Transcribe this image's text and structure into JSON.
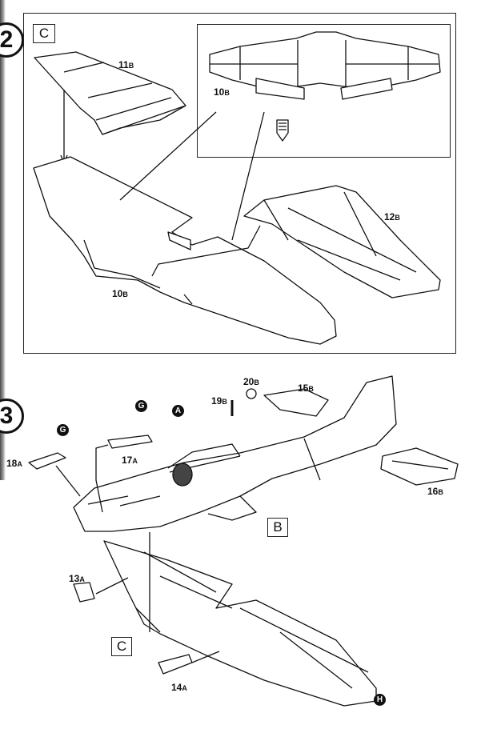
{
  "steps": [
    {
      "number": "2",
      "box_label": "C"
    },
    {
      "number": "3",
      "box_labels": [
        "B",
        "C"
      ]
    }
  ],
  "step2_parts": {
    "p11": {
      "num": "11",
      "suffix": "B"
    },
    "p10_inset": {
      "num": "10",
      "suffix": "B"
    },
    "p12": {
      "num": "12",
      "suffix": "B"
    },
    "p10": {
      "num": "10",
      "suffix": "B"
    }
  },
  "step3_parts": {
    "p20": {
      "num": "20",
      "suffix": "B"
    },
    "p15": {
      "num": "15",
      "suffix": "B"
    },
    "p19": {
      "num": "19",
      "suffix": "B"
    },
    "p18": {
      "num": "18",
      "suffix": "A"
    },
    "p17": {
      "num": "17",
      "suffix": "A"
    },
    "p16": {
      "num": "16",
      "suffix": "B"
    },
    "p13": {
      "num": "13",
      "suffix": "A"
    },
    "p14": {
      "num": "14",
      "suffix": "A"
    }
  },
  "markers": {
    "g1": "G",
    "g2": "G",
    "a": "A",
    "h": "H"
  },
  "icons": [
    "glue-tube-icon"
  ],
  "colors": {
    "ink": "#111111",
    "paper": "#ffffff"
  }
}
